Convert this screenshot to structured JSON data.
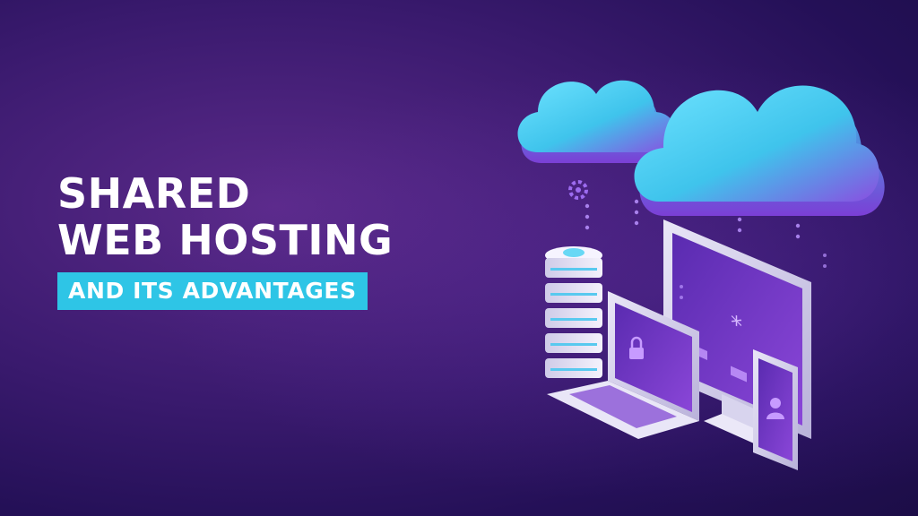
{
  "headline": {
    "line1": "SHARED",
    "line2": "WEB HOSTING",
    "badge": "AND ITS ADVANTAGES"
  },
  "colors": {
    "badge_background": "#2ec5e6",
    "headline_text": "#ffffff",
    "background_deep": "#1c0d47",
    "background_glow": "#5b2a8a",
    "cloud_cyan": "#46d3f0",
    "cloud_purple": "#9a4de0",
    "device_screen": "#7a3fd0"
  },
  "icons": [
    "cloud-icon",
    "server-stack-icon",
    "monitor-icon",
    "laptop-icon",
    "smartphone-icon",
    "padlock-icon",
    "gear-icon",
    "user-icon"
  ]
}
